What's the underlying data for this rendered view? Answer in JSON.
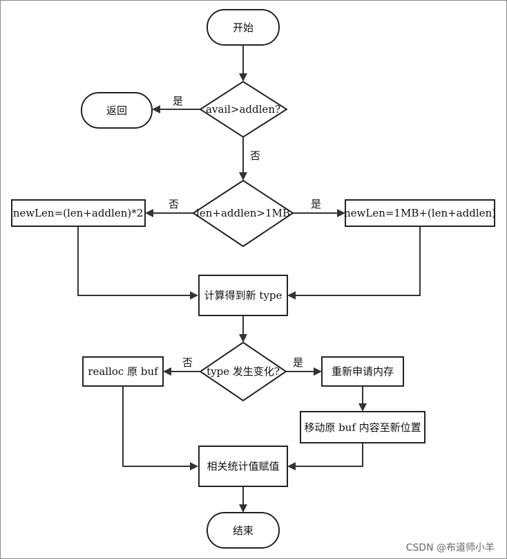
{
  "nodes": {
    "start": "开始",
    "return": "返回",
    "cond_avail": "avail>addlen?",
    "cond_len": "len+addlen>1MB",
    "newlen_double": "newLen=(len+addlen)*2",
    "newlen_plus": "newLen=1MB+(len+addlen)",
    "calc_type": "计算得到新 type",
    "cond_type": "type 发生变化?",
    "realloc": "realloc 原 buf",
    "alloc_new": "重新申请内存",
    "move_buf": "移动原 buf 内容至新位置",
    "assign_stats": "相关统计值赋值",
    "end": "结束"
  },
  "edges": {
    "avail_yes": "是",
    "avail_no": "否",
    "len_no": "否",
    "len_yes": "是",
    "type_no": "否",
    "type_yes": "是"
  },
  "watermark": "CSDN @布道师小羊"
}
